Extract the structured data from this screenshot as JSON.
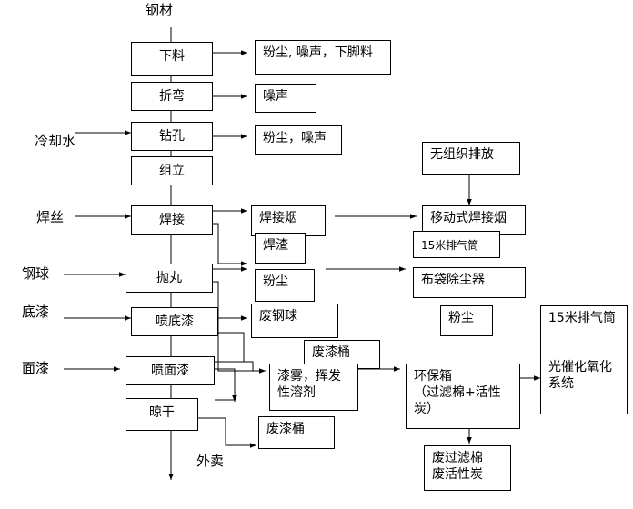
{
  "inputs": {
    "steel": "钢材",
    "cooling_water": "冷却水",
    "welding_wire": "焊丝",
    "steel_ball": "钢球",
    "primer": "底漆",
    "topcoat": "面漆"
  },
  "process": {
    "blanking": "下料",
    "bending": "折弯",
    "drilling": "钻孔",
    "assembly": "组立",
    "welding": "焊接",
    "shot_blasting": "抛丸",
    "primer_spray": "喷底漆",
    "topcoat_spray": "喷面漆",
    "drying": "晾干"
  },
  "outputs": {
    "blanking_waste": "粉尘, 噪声，下脚料",
    "noise": "噪声",
    "dust_noise": "粉尘，噪声",
    "welding_fume": "焊接烟",
    "welding_slag": "焊渣",
    "dust": "粉尘",
    "waste_steel_ball": "废钢球",
    "waste_paint_bucket_1": "废漆桶",
    "paint_mist_voc": "漆雾，挥发性溶剂",
    "waste_paint_bucket_2": "废漆桶",
    "sale": "外卖"
  },
  "treatment": {
    "unorganized_emission": "无组织排放",
    "mobile_welding_fume": "移动式焊接烟",
    "stack_15m_a": "15米排气筒",
    "bag_filter": "布袋除尘器",
    "dust_collected": "粉尘",
    "env_box": "环保箱\n（过滤棉+活性炭）",
    "stack_15m_b": "15米排气筒",
    "photocatalytic": "光催化氧化系统",
    "waste_filter": "废过滤棉\n废活性炭"
  }
}
